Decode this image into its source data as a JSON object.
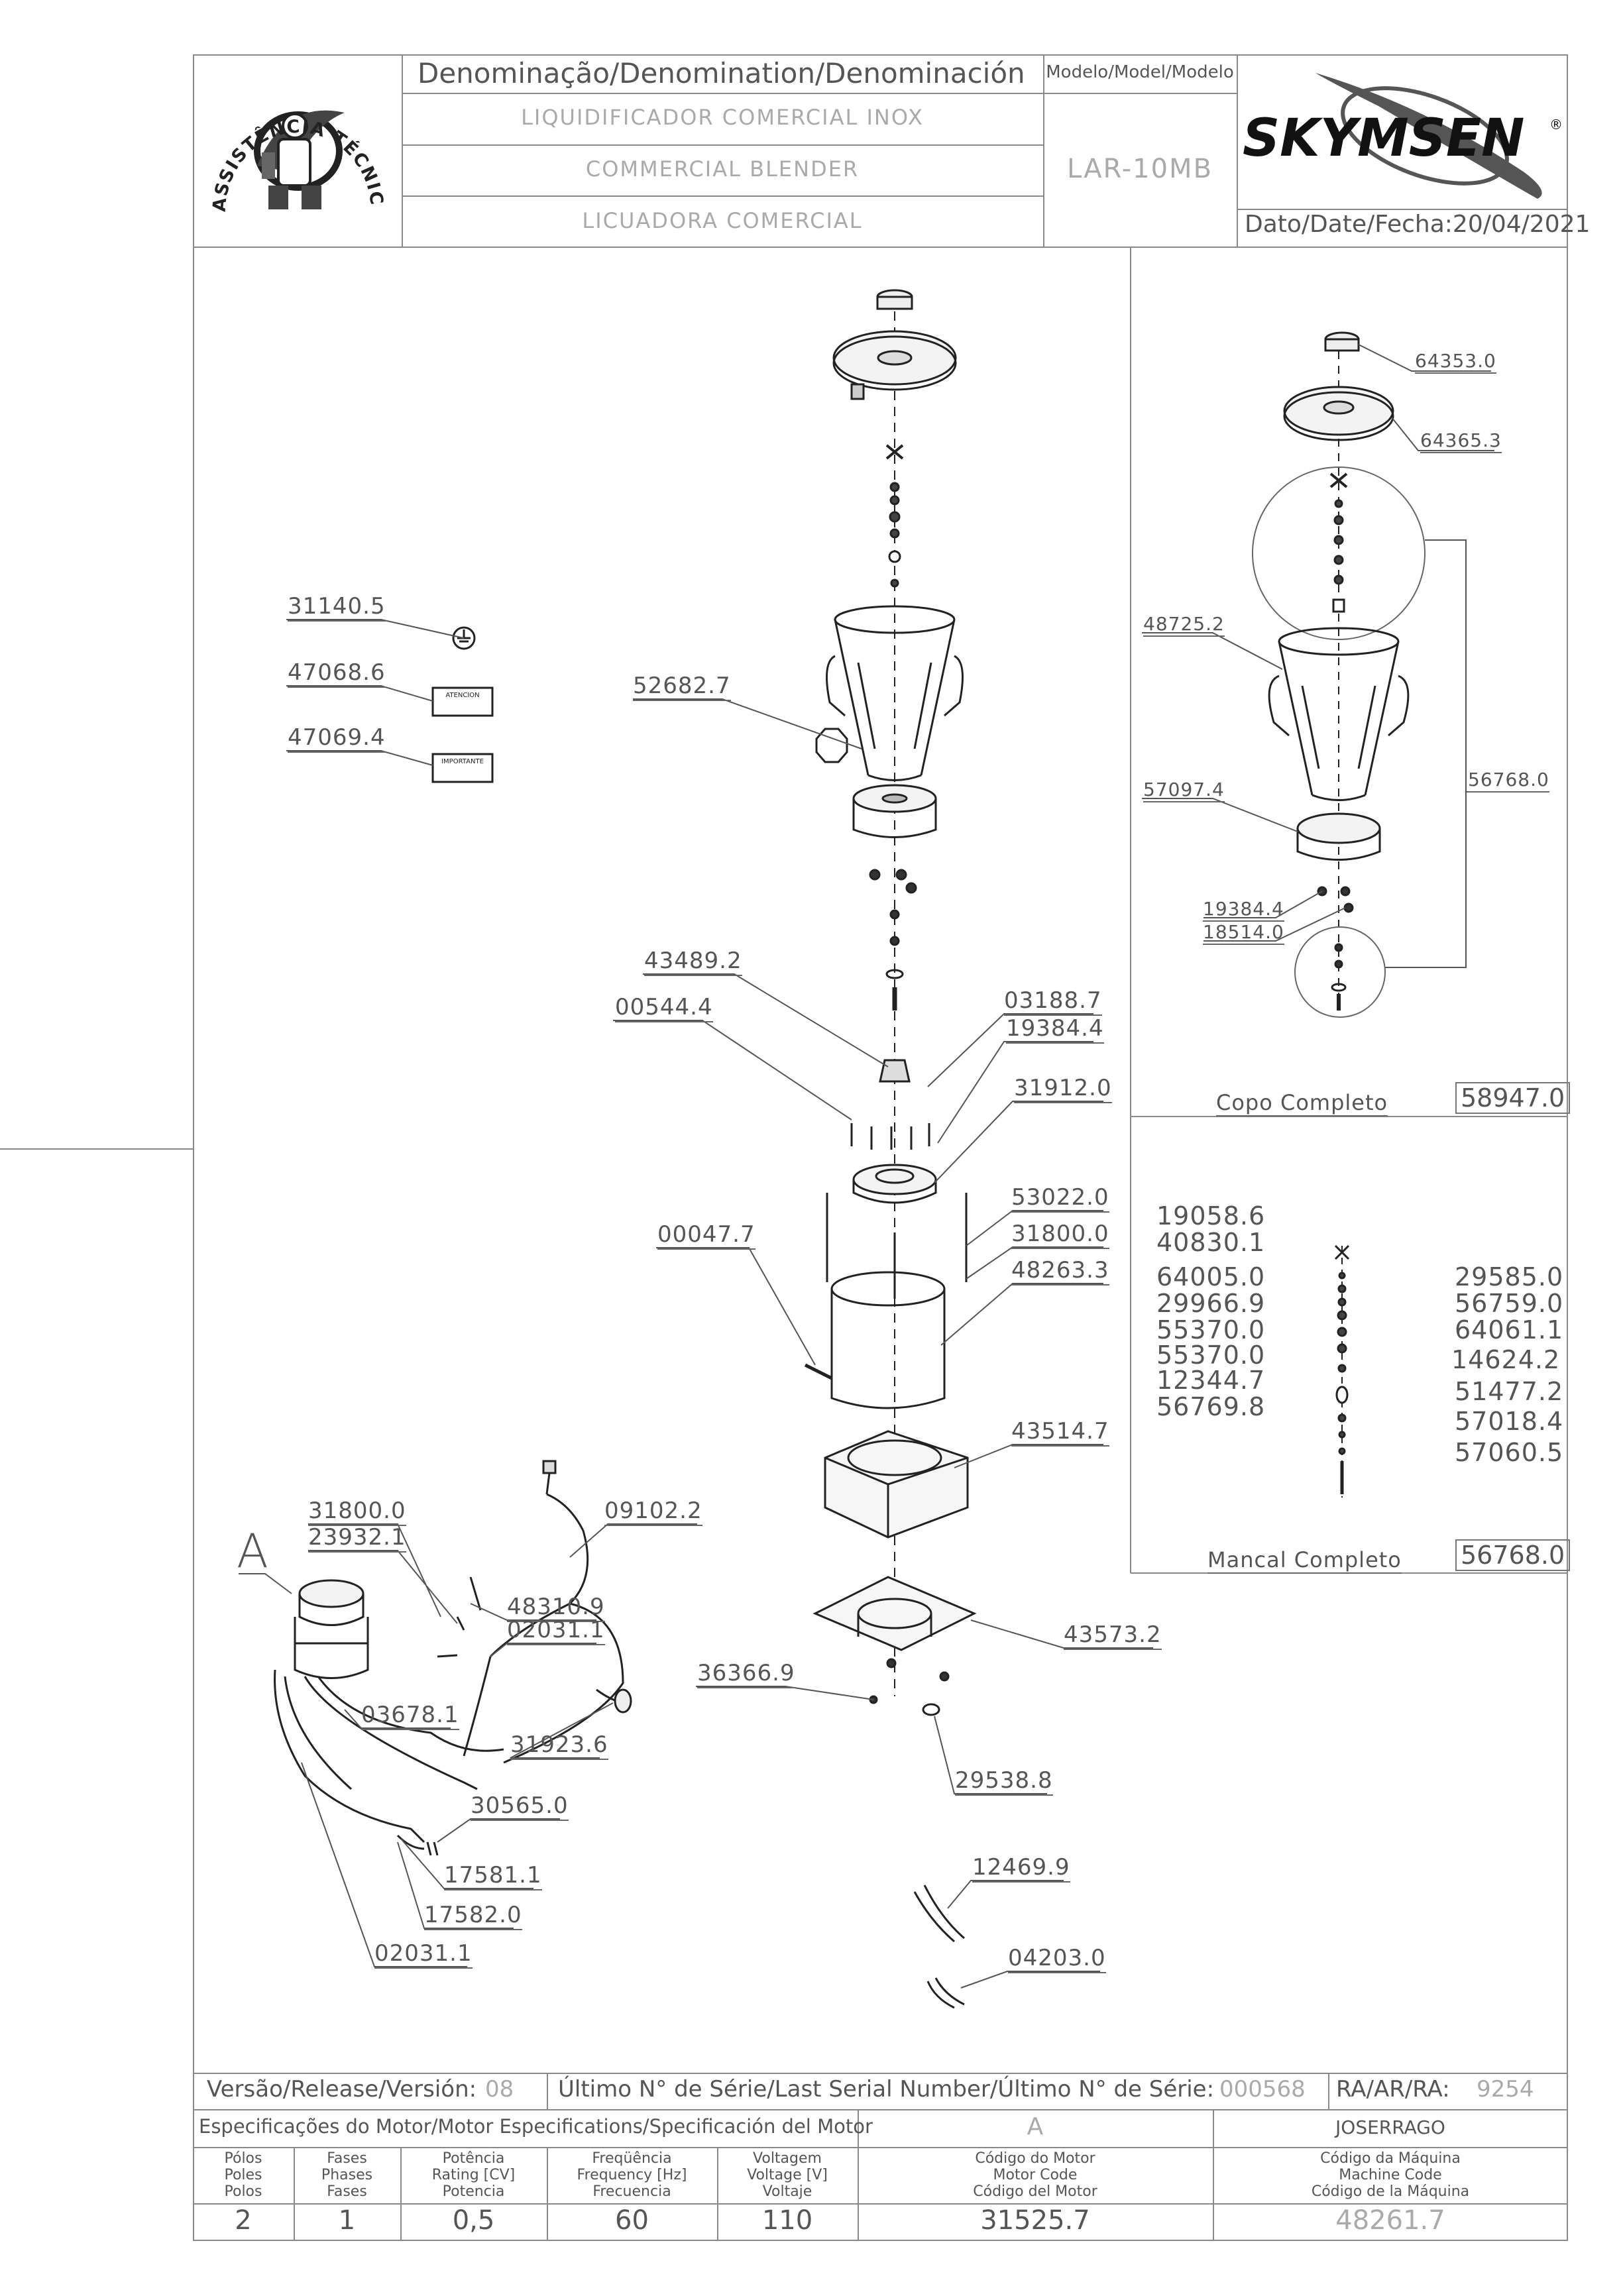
{
  "header": {
    "denomination_label": "Denominação/Denomination/Denominación",
    "name_pt": "LIQUIDIFICADOR COMERCIAL INOX",
    "name_en": "COMMERCIAL BLENDER",
    "name_es": "LICUADORA COMERCIAL",
    "model_label": "Modelo/Model/Modelo",
    "model_value": "LAR-10MB",
    "brand": "SKYMSEN",
    "brand_mark": "®",
    "date_label": "Dato/Date/Fecha:",
    "date_value": "20/04/2021",
    "logo_ring_text": "ASSISTÊNCIA TÉCNICA AUTORIZADA"
  },
  "parts": {
    "p31140_5": "31140.5",
    "p47068_6": "47068.6",
    "p47069_4": "47069.4",
    "p52682_7": "52682.7",
    "p43489_2": "43489.2",
    "p00544_4": "00544.4",
    "p03188_7": "03188.7",
    "p19384_4a": "19384.4",
    "p31912_0": "31912.0",
    "p53022_0": "53022.0",
    "p31800_0a": "31800.0",
    "p48263_3": "48263.3",
    "p00047_7": "00047.7",
    "p43514_7": "43514.7",
    "p43573_2": "43573.2",
    "p36366_9": "36366.9",
    "p29538_8": "29538.8",
    "p12469_9": "12469.9",
    "p04203_0": "04203.0",
    "p31800_0b": "31800.0",
    "p23932_1": "23932.1",
    "p09102_2": "09102.2",
    "p48310_9": "48310.9",
    "p02031_1a": "02031.1",
    "p03678_1": "03678.1",
    "p31923_6": "31923.6",
    "p30565_0": "30565.0",
    "p17581_1": "17581.1",
    "p17582_0": "17582.0",
    "p02031_1b": "02031.1",
    "detail_a": "A"
  },
  "copo": {
    "p64353_0": "64353.0",
    "p64365_3": "64365.3",
    "p48725_2": "48725.2",
    "p56768_0": "56768.0",
    "p57097_4": "57097.4",
    "p19384_4": "19384.4",
    "p18514_0": "18514.0",
    "title": "Copo Completo",
    "code": "58947.0"
  },
  "mancal": {
    "left": [
      "19058.6",
      "40830.1",
      "64005.0",
      "29966.9",
      "55370.0",
      "55370.0",
      "12344.7",
      "56769.8"
    ],
    "right": [
      "29585.0",
      "56759.0",
      "64061.1",
      "14624.2",
      "51477.2",
      "57018.4",
      "57060.5"
    ],
    "title": "Mancal Completo",
    "code": "56768.0"
  },
  "labels": {
    "atencion": "ATENCION",
    "important": "IMPORTANTE"
  },
  "footer": {
    "version_label": "Versão/Release/Versión:",
    "version_value": "08",
    "serial_label": "Último N° de Série/Last Serial Number/Último N° de Série:",
    "serial_value": "000568",
    "ra_label": "RA/AR/RA:",
    "ra_value": "9254",
    "motor_spec_label": "Especificações do Motor/Motor Especifications/Specificación del Motor",
    "motor_letter": "A",
    "author": "JOSERRAGO",
    "poles_label": "Pólos\nPoles\nPolos",
    "phases_label": "Fases\nPhases\nFases",
    "power_label": "Potência\nRating [CV]\nPotencia",
    "freq_label": "Freqüência\nFrequency [Hz]\nFrecuencia",
    "voltage_label": "Voltagem\nVoltage [V]\nVoltaje",
    "motor_code_label": "Código do Motor\nMotor Code\nCódigo del Motor",
    "machine_code_label": "Código da Máquina\nMachine Code\nCódigo de la Máquina",
    "poles": "2",
    "phases": "1",
    "power": "0,5",
    "freq": "60",
    "voltage": "110",
    "motor_code": "31525.7",
    "machine_code": "48261.7"
  }
}
